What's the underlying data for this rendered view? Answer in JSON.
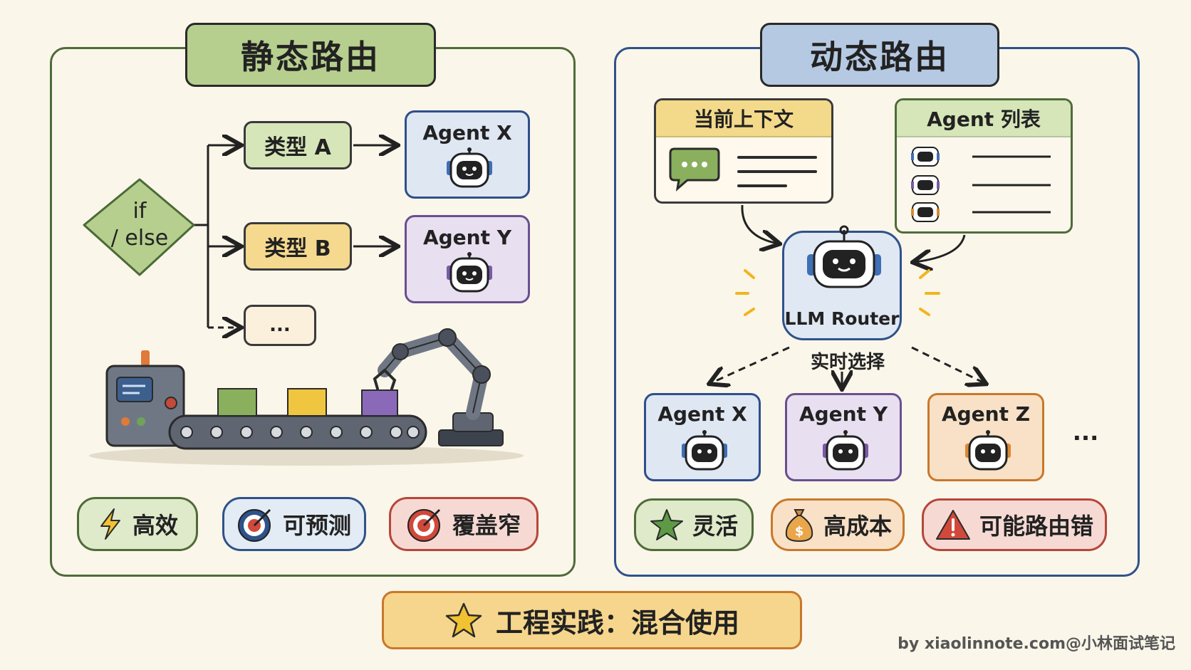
{
  "static_routing": {
    "title": "静态路由",
    "decision": {
      "line1": "if",
      "line2": "/ else"
    },
    "type_a": "类型 A",
    "type_b": "类型 B",
    "type_more": "...",
    "agent_x": "Agent X",
    "agent_y": "Agent Y",
    "pros_cons": [
      {
        "label": "高效",
        "icon": "lightning-icon"
      },
      {
        "label": "可预测",
        "icon": "target-icon"
      },
      {
        "label": "覆盖窄",
        "icon": "target-miss-icon"
      }
    ]
  },
  "dynamic_routing": {
    "title": "动态路由",
    "context_card": "当前上下文",
    "agent_list_card": "Agent 列表",
    "router": "LLM Router",
    "select_label": "实时选择",
    "agents": [
      "Agent X",
      "Agent Y",
      "Agent Z"
    ],
    "more": "...",
    "pros_cons": [
      {
        "label": "灵活",
        "icon": "star-icon"
      },
      {
        "label": "高成本",
        "icon": "money-bag-icon"
      },
      {
        "label": "可能路由错",
        "icon": "warning-icon"
      }
    ]
  },
  "footer": {
    "practice": "工程实践：混合使用",
    "credit": "by xiaolinnote.com@小林面试笔记"
  },
  "colors": {
    "green": "#c9dcaa",
    "yellow": "#f3d98a",
    "blue": "#dfe6f2",
    "purple": "#e6dcef",
    "orange": "#f8e1c6",
    "red": "#f7d9d4"
  }
}
